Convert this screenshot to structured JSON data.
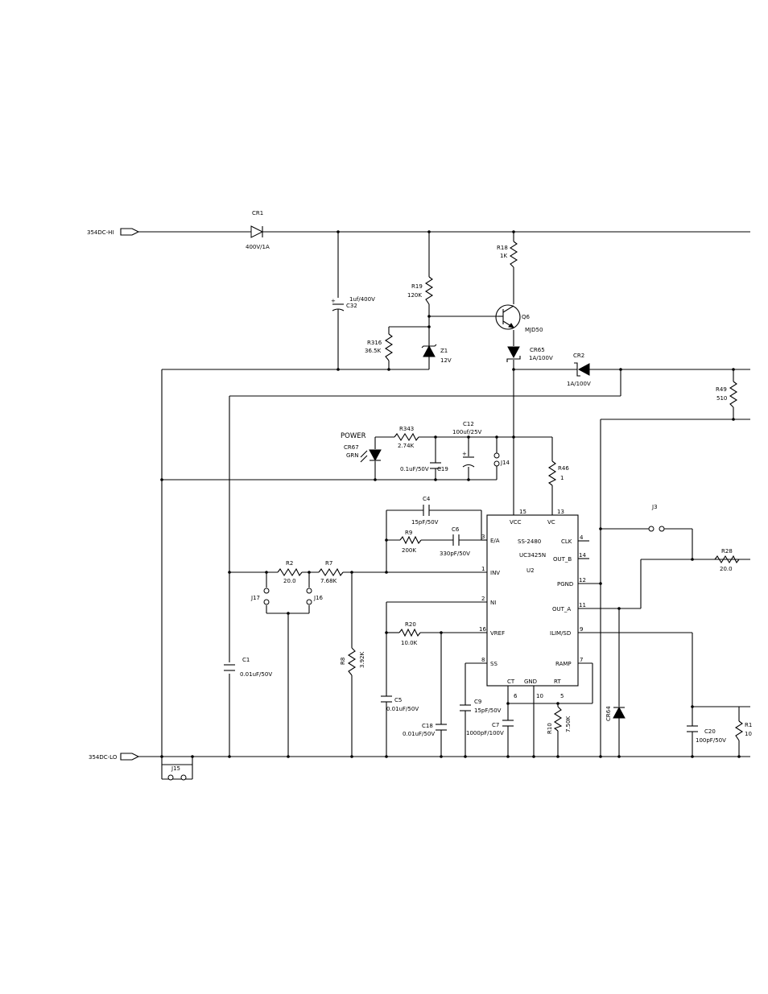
{
  "ports": {
    "hi": "354DC-HI",
    "lo": "354DC-LO"
  },
  "power_label": "POWER",
  "comps": {
    "cr1": {
      "ref": "CR1",
      "val": "400V/1A"
    },
    "c32": {
      "ref": "C32",
      "val": "1uf/400V"
    },
    "r19": {
      "ref": "R19",
      "val": "120K"
    },
    "r18": {
      "ref": "R18",
      "val": "1K"
    },
    "q6": {
      "ref": "Q6",
      "val": "MJD50"
    },
    "r316": {
      "ref": "R316",
      "val": "36.5K"
    },
    "z1": {
      "ref": "Z1",
      "val": "12V"
    },
    "cr65": {
      "ref": "CR65",
      "val": "1A/100V"
    },
    "cr2": {
      "ref": "CR2",
      "val": "1A/100V"
    },
    "r49": {
      "ref": "R49",
      "val": "510"
    },
    "cr67": {
      "ref": "CR67",
      "val": "GRN"
    },
    "r343": {
      "ref": "R343",
      "val": "2.74K"
    },
    "c19": {
      "ref": "C19",
      "val": "0.1uF/50V"
    },
    "c12": {
      "ref": "C12",
      "val": "100uf/25V"
    },
    "j14": {
      "ref": "J14"
    },
    "r46": {
      "ref": "R46",
      "val": "1"
    },
    "c4": {
      "ref": "C4",
      "val": "15pF/50V"
    },
    "r9": {
      "ref": "R9",
      "val": "200K"
    },
    "c6": {
      "ref": "C6",
      "val": "330pF/50V"
    },
    "r2": {
      "ref": "R2",
      "val": "20.0"
    },
    "r7": {
      "ref": "R7",
      "val": "7.68K"
    },
    "j17": {
      "ref": "J17"
    },
    "j16": {
      "ref": "J16"
    },
    "r8": {
      "ref": "R8",
      "val": "3.92K"
    },
    "c1": {
      "ref": "C1",
      "val": "0.01uF/50V"
    },
    "r20": {
      "ref": "R20",
      "val": "10.0K"
    },
    "c5": {
      "ref": "C5",
      "val": "0.01uF/50V"
    },
    "c18": {
      "ref": "C18",
      "val": "0.01uF/50V"
    },
    "c9": {
      "ref": "C9",
      "val": "15pF/50V"
    },
    "c7": {
      "ref": "C7",
      "val": "1000pF/100V"
    },
    "r10": {
      "ref": "R10",
      "val": "7.50K"
    },
    "j3": {
      "ref": "J3"
    },
    "r28": {
      "ref": "R28",
      "val": "20.0"
    },
    "cr64": {
      "ref": "CR64"
    },
    "c20": {
      "ref": "C20",
      "val": "100pF/50V"
    },
    "r_cut": {
      "ref": "R1",
      "val": "10"
    },
    "j15": {
      "ref": "J15"
    }
  },
  "ic": {
    "part1": "SS-2480",
    "part2": "UC3425N",
    "ref": "U2",
    "pins": {
      "vcc": {
        "num": "15",
        "name": "VCC"
      },
      "vc": {
        "num": "13",
        "name": "VC"
      },
      "ea": {
        "num": "3",
        "name": "E/A"
      },
      "inv": {
        "num": "1",
        "name": "INV"
      },
      "ni": {
        "num": "2",
        "name": "NI"
      },
      "vref": {
        "num": "16",
        "name": "VREF"
      },
      "ss": {
        "num": "8",
        "name": "SS"
      },
      "ct": {
        "num": "6",
        "name": "CT"
      },
      "gnd": {
        "num": "10",
        "name": "GND"
      },
      "rt": {
        "num": "5",
        "name": "RT"
      },
      "clk": {
        "num": "4",
        "name": "CLK"
      },
      "outb": {
        "num": "14",
        "name": "OUT_B"
      },
      "pgnd": {
        "num": "12",
        "name": "PGND"
      },
      "outa": {
        "num": "11",
        "name": "OUT_A"
      },
      "ilim": {
        "num": "9",
        "name": "ILIM/SD"
      },
      "ramp": {
        "num": "7",
        "name": "RAMP"
      }
    }
  }
}
